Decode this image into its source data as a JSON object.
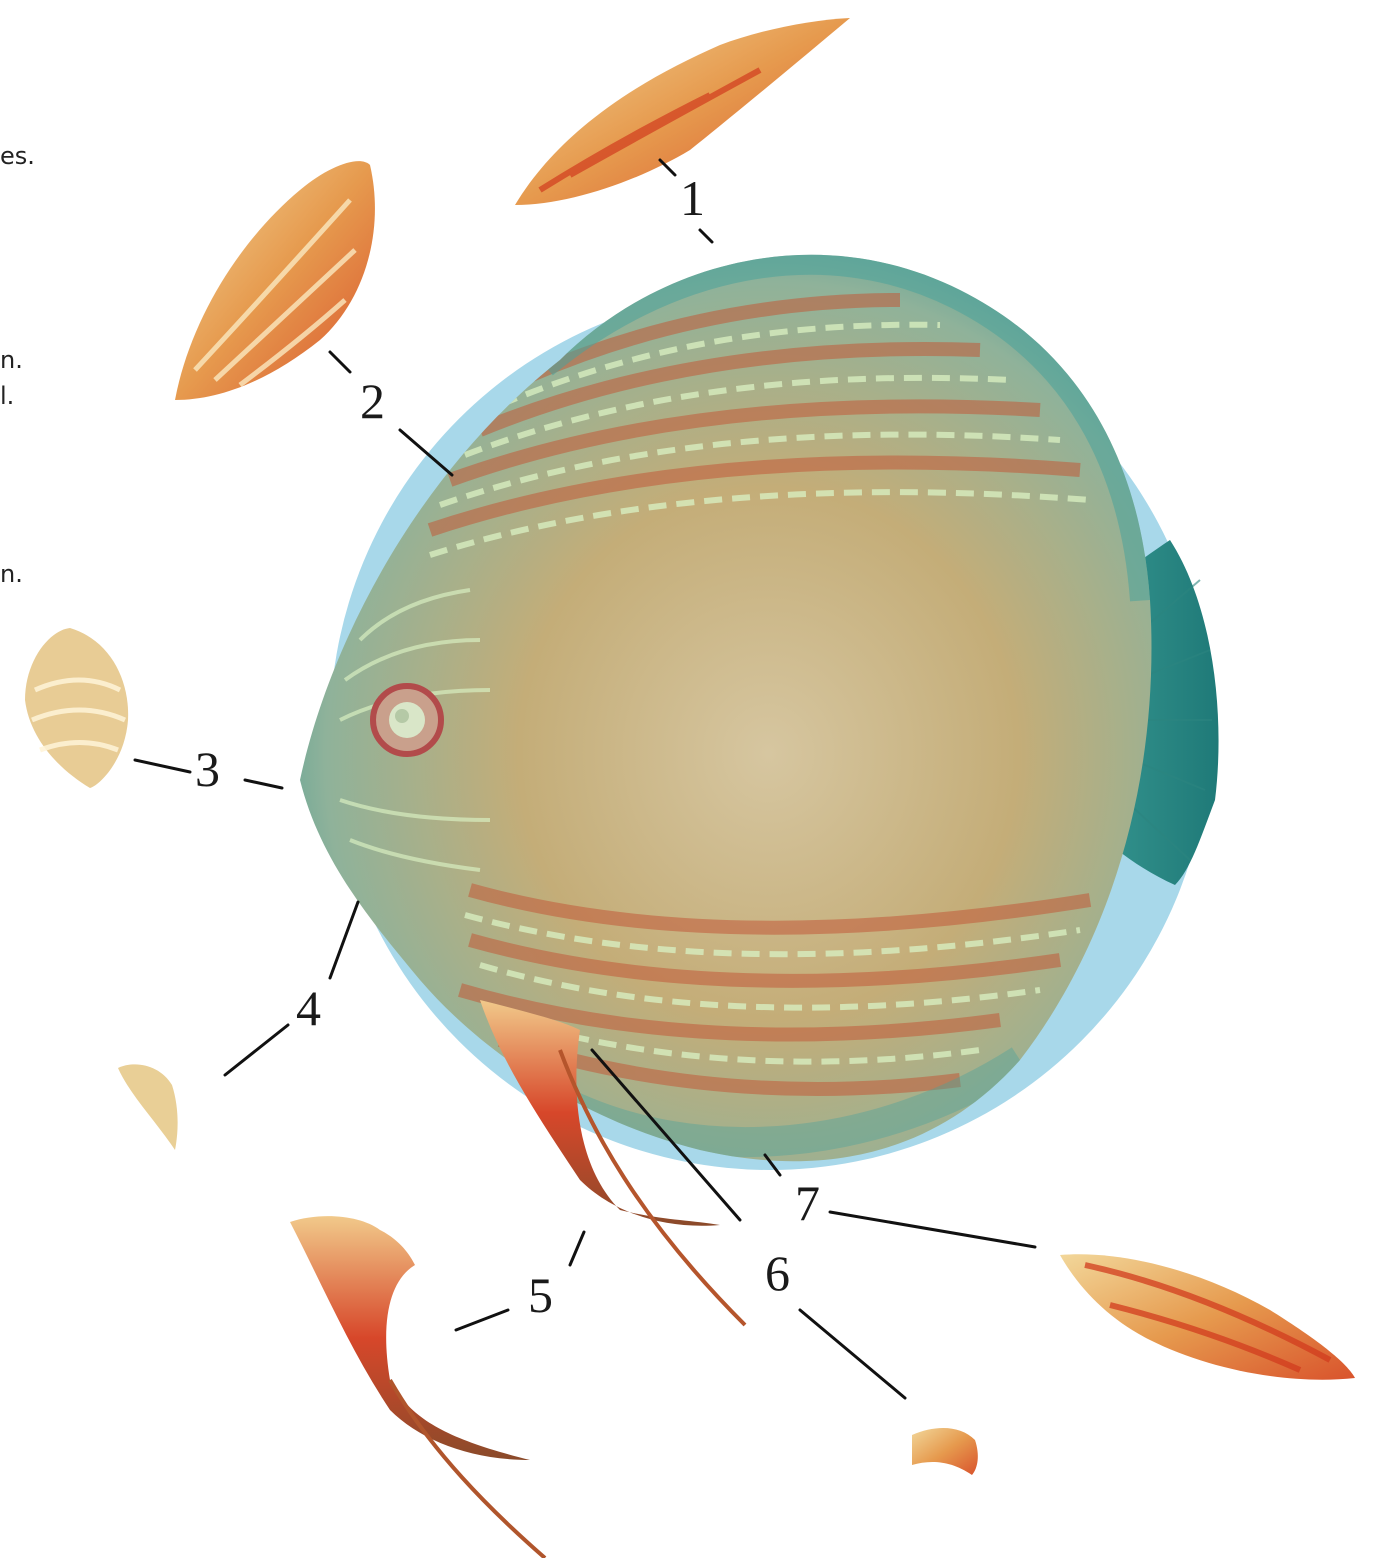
{
  "edge_text": [
    "es.",
    "n.",
    "l.",
    "n."
  ],
  "labels": [
    "1",
    "2",
    "3",
    "4",
    "5",
    "6",
    "7"
  ],
  "colors": {
    "halo": "#a8d8ea",
    "body_light": "#c9b98a",
    "body_teal": "#4aa39a",
    "stripe_red": "#c25a3a",
    "stripe_light": "#d8eec0",
    "fin_orange": "#e8873a",
    "fin_red": "#d23c1e",
    "fin_pale": "#f0d49a"
  }
}
